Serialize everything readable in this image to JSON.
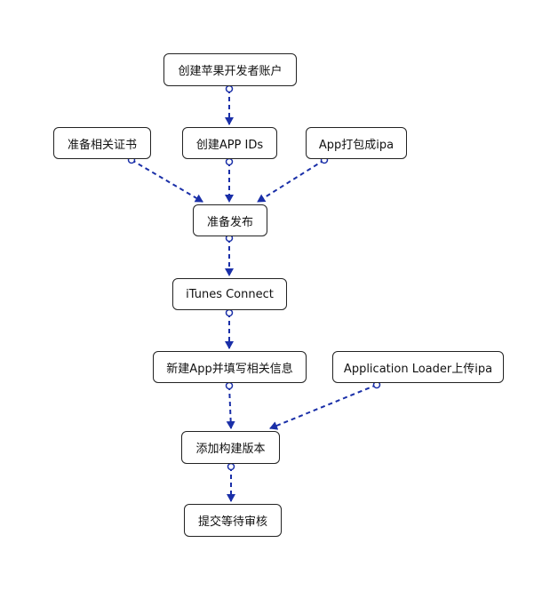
{
  "colors": {
    "edge": "#1a2fa8",
    "node_border": "#222222",
    "node_text": "#111111"
  },
  "nodes": {
    "create_account": "创建苹果开发者账户",
    "prepare_certs": "准备相关证书",
    "create_appids": "创建APP IDs",
    "package_ipa": "App打包成ipa",
    "prepare_release": "准备发布",
    "itunes_connect": "iTunes Connect",
    "new_app": "新建App并填写相关信息",
    "app_loader": "Application Loader上传ipa",
    "add_build": "添加构建版本",
    "submit_review": "提交等待审核"
  },
  "edges": [
    {
      "from": "create_account",
      "to": "create_appids"
    },
    {
      "from": "prepare_certs",
      "to": "prepare_release"
    },
    {
      "from": "create_appids",
      "to": "prepare_release"
    },
    {
      "from": "package_ipa",
      "to": "prepare_release"
    },
    {
      "from": "prepare_release",
      "to": "itunes_connect"
    },
    {
      "from": "itunes_connect",
      "to": "new_app"
    },
    {
      "from": "new_app",
      "to": "add_build"
    },
    {
      "from": "app_loader",
      "to": "add_build"
    },
    {
      "from": "add_build",
      "to": "submit_review"
    }
  ]
}
